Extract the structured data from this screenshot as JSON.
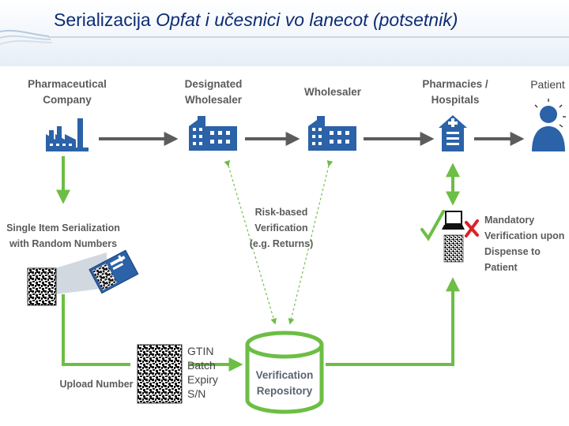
{
  "slide": {
    "title_main": "Serializacija",
    "title_sub": "Opfat i učesnici vo lanecot (potsetnik)"
  },
  "actors": {
    "pharma_line1": "Pharmaceutical",
    "pharma_line2": "Company",
    "designated_line1": "Designated",
    "designated_line2": "Wholesaler",
    "wholesaler": "Wholesaler",
    "pharmacies_line1": "Pharmacies /",
    "pharmacies_line2": "Hospitals",
    "patient": "Patient"
  },
  "steps": {
    "serialization_line1": "Single Item Serialization",
    "serialization_line2": "with Random Numbers",
    "risk_line1": "Risk-based",
    "risk_line2": "Verification",
    "risk_line3": "(e.g. Returns)",
    "mandatory_line1": "Mandatory",
    "mandatory_line2": "Verification upon",
    "mandatory_line3": "Dispense to",
    "mandatory_line4": "Patient",
    "upload": "Upload Number",
    "repository_line1": "Verification",
    "repository_line2": "Repository"
  },
  "code_fields": [
    "GTIN",
    "Batch",
    "Expiry",
    "S/N"
  ],
  "icons": [
    "factory-icon",
    "building-icon",
    "pharmacy-icon",
    "patient-icon",
    "medicine-pack-icon",
    "datamatrix-icon",
    "laptop-icon",
    "checkmark-icon",
    "cross-icon",
    "database-cylinder-icon"
  ],
  "colors": {
    "title_blue": "#0d2c74",
    "icon_blue": "#2b62a8",
    "flow_gray": "#5c5c5c",
    "green": "#6cbe45",
    "red": "#d8232a"
  }
}
